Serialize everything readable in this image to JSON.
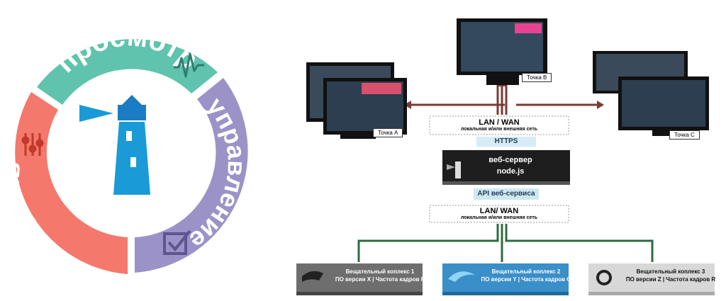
{
  "wheel": {
    "segments": [
      {
        "label": "просмотр",
        "color": "#5fc3ad"
      },
      {
        "label": "управление",
        "color": "#9b93c8"
      },
      {
        "label": "контроль",
        "color": "#f4786c"
      }
    ],
    "icons": [
      "waveform-icon",
      "checkbox-icon",
      "sliders-icon",
      "lighthouse-icon"
    ]
  },
  "diagram": {
    "points": [
      {
        "label": "Точка A"
      },
      {
        "label": "Точка B"
      },
      {
        "label": "Точка C"
      }
    ],
    "lan_top": {
      "title": "LAN / WAN",
      "subtitle": "локальная и/или внешняя сеть"
    },
    "https": "HTTPS",
    "server": {
      "line1": "веб-сервер",
      "line2": "node.js"
    },
    "api": "API веб-сервиса",
    "lan_bottom": {
      "title": "LAN/ WAN",
      "subtitle": "локальная и/или внешняя сеть"
    },
    "complexes": [
      {
        "line1": "Вещательный коплекс 1",
        "line2": "ПО версии X | Частота кадров P",
        "color": "#6e6e6e"
      },
      {
        "line1": "Вещательный коплекс 2",
        "line2": "ПО версии Y | Частота кадров Q",
        "color": "#3a8fc9"
      },
      {
        "line1": "Вещательный коплекс 3",
        "line2": "ПО версии Z | Частота кадров R",
        "color": "#d8d8d8"
      }
    ],
    "colors": {
      "top_link": "#7a3b33",
      "bottom_link": "#2f6b3f",
      "https_bg": "#d7ecf6",
      "api_bg": "#cfe8ef"
    }
  }
}
